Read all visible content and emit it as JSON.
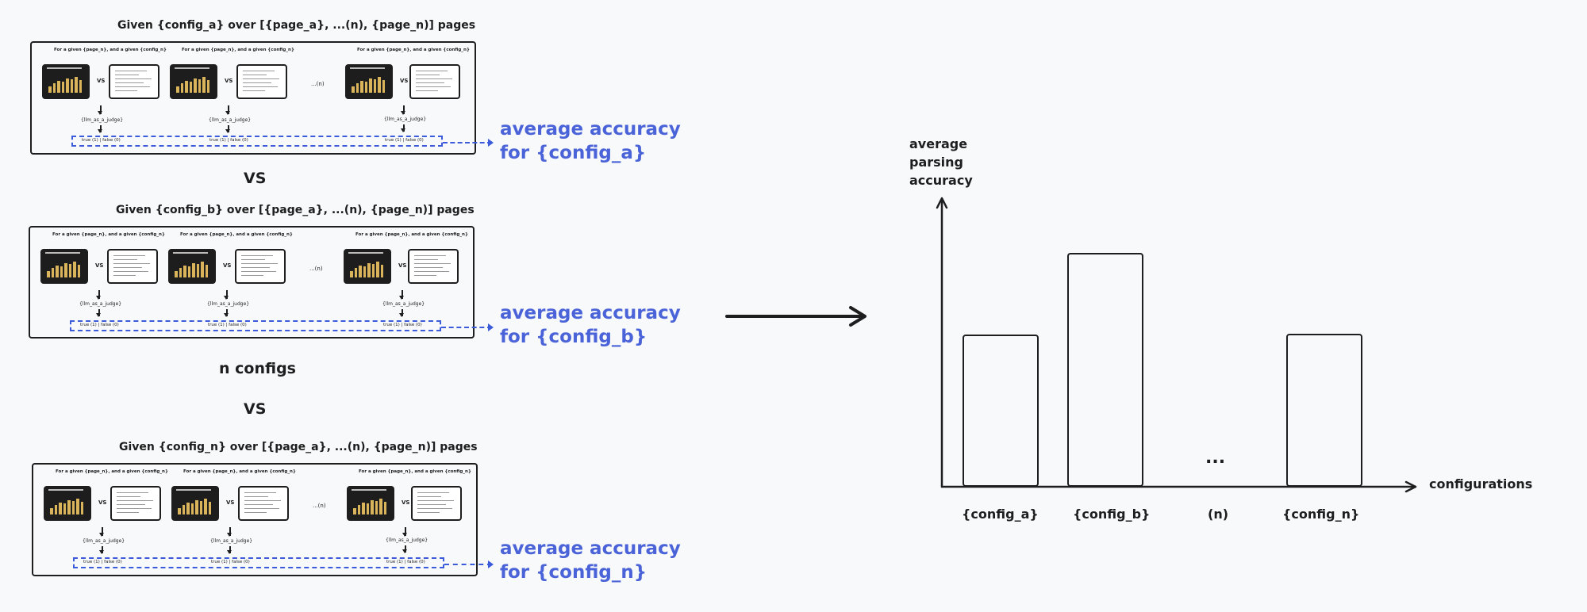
{
  "panels": [
    {
      "title": "Given {config_a} over [{page_a}, ...(n), {page_n)] pages",
      "col_label": "For a given {page_n}, and a given {config_n}",
      "judge": "{llm_as_a_judge}",
      "tf": "true (1) | false (0)",
      "dots": "...(n)",
      "vs": "VS",
      "accuracy_line1": "average accuracy",
      "accuracy_line2": "for {config_a}"
    },
    {
      "title": "Given {config_b} over [{page_a}, ...(n), {page_n)] pages",
      "col_label": "For a given {page_n}, and a given {config_n}",
      "judge": "{llm_as_a_judge}",
      "tf": "true (1) | false (0)",
      "dots": "...(n)",
      "vs": "VS",
      "accuracy_line1": "average accuracy",
      "accuracy_line2": "for {config_b}"
    },
    {
      "title": "Given {config_n} over [{page_a}, ...(n), {page_n)] pages",
      "col_label": "For a given {page_n}, and a given {config_n}",
      "judge": "{llm_as_a_judge}",
      "tf": "true (1) | false (0)",
      "dots": "...(n)",
      "vs": "VS",
      "accuracy_line1": "average accuracy",
      "accuracy_line2": "for {config_n}"
    }
  ],
  "between": {
    "vs1": "VS",
    "n_configs": "n configs",
    "vs2": "VS"
  },
  "chart": {
    "ylabel_line1": "average",
    "ylabel_line2": "parsing",
    "ylabel_line3": "accuracy",
    "xlabel": "configurations",
    "ellipsis": "...",
    "categories": [
      "{config_a}",
      "{config_b}",
      "(n)",
      "{config_n}"
    ]
  },
  "colors": {
    "accent": "#4a63d8",
    "ink": "#1e1e1e",
    "background": "#f8f9fb"
  }
}
